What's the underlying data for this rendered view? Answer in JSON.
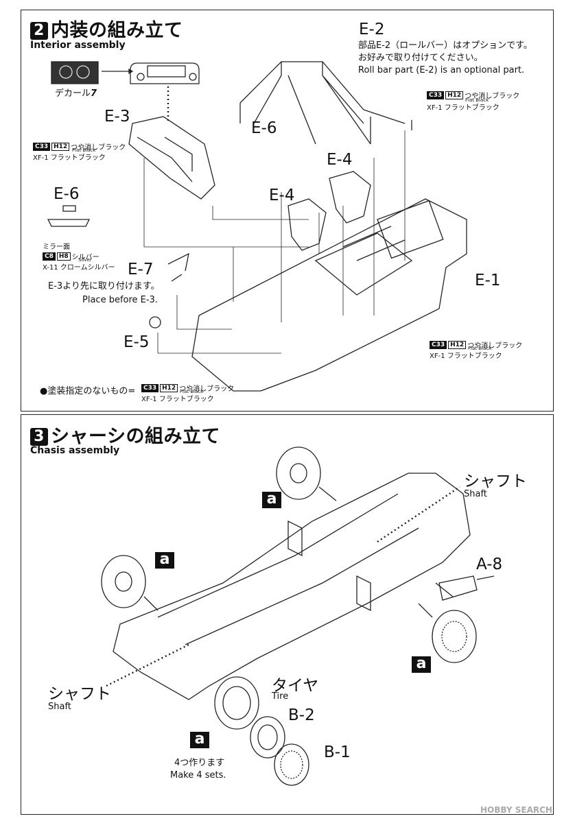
{
  "section2": {
    "number": "2",
    "title_jp": "内装の組み立て",
    "title_en": "Interior assembly",
    "parts": {
      "e1": "E-1",
      "e2": "E-2",
      "e3": "E-3",
      "e4a": "E-4",
      "e4b": "E-4",
      "e5": "E-5",
      "e6a": "E-6",
      "e6b": "E-6",
      "e7": "E-7"
    },
    "decal_label": "デカール",
    "decal_number": "7",
    "e2_note_jp_1": "部品E-2（ロールバー）はオプションです。",
    "e2_note_jp_2": "お好みで取り付けてください。",
    "e2_note_en": "Roll bar part (E-2) is an optional part.",
    "e7_note_jp": "E-3より先に取り付けます。",
    "e7_note_en": "Place before E-3.",
    "mirror_label": "ミラー面",
    "paint_flat_black": {
      "code1": "C33",
      "code2": "H12",
      "jp": "つや消しブラック",
      "en": "Flat Black",
      "xf": "XF-1 フラットブラック"
    },
    "paint_silver": {
      "code1": "C8",
      "code2": "H8",
      "jp": "シルバー",
      "en": "Silver",
      "xf": "X-11 クロームシルバー"
    },
    "unpainted_note": "●塗装指定のないもの="
  },
  "section3": {
    "number": "3",
    "title_jp": "シャーシの組み立て",
    "title_en": "Chasis assembly",
    "shaft_jp": "シャフト",
    "shaft_en": "Shaft",
    "tire_jp": "タイヤ",
    "tire_en": "Tire",
    "a8": "A-8",
    "b1": "B-1",
    "b2": "B-2",
    "badge": "a",
    "make_sets_jp": "4つ作ります",
    "make_sets_en": "Make 4 sets."
  },
  "watermark": "HOBBY SEARCH"
}
